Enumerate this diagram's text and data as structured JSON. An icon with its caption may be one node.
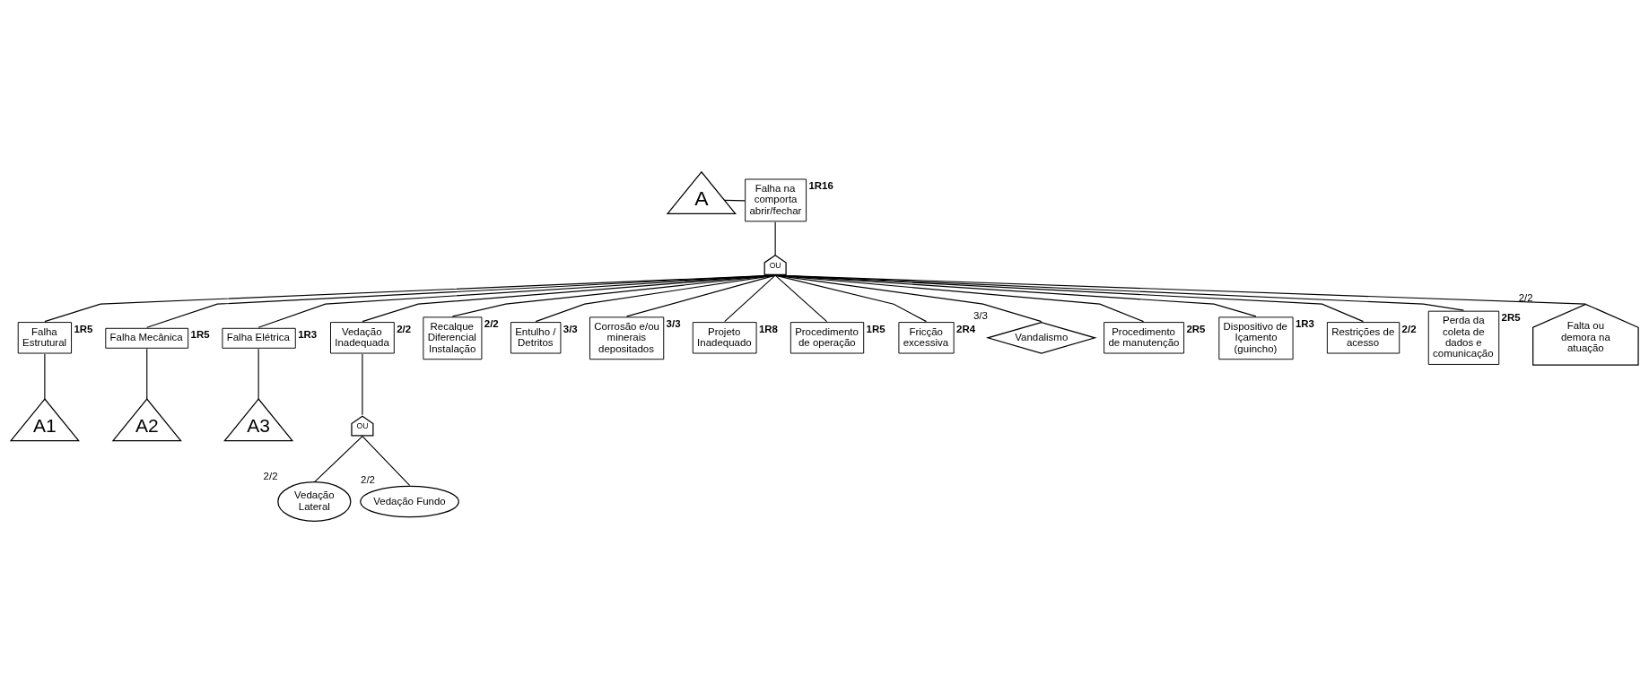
{
  "diagram": {
    "nodes": [
      {
        "text": [
          "A"
        ]
      },
      {
        "text": [
          "Falha na comporta abrir/fechar"
        ],
        "beside": [
          "1R16"
        ]
      },
      {
        "text": [
          "OU"
        ]
      },
      {
        "text": [
          "Falha Estrutural"
        ],
        "beside": [
          "1R5"
        ]
      },
      {
        "text": [
          "Falha Mecânica"
        ],
        "beside": [
          "1R5"
        ]
      },
      {
        "text": [
          "Falha Elétrica"
        ],
        "beside": [
          "1R3"
        ]
      },
      {
        "text": [
          "Vedação Inadequada"
        ],
        "beside": [
          "2/2"
        ]
      },
      {
        "text": [
          "Recalque Diferencial Instalação"
        ],
        "beside": [
          "2/2"
        ]
      },
      {
        "text": [
          "Entulho / Detritos"
        ],
        "beside": [
          "3/3"
        ]
      },
      {
        "text": [
          "Corrosão e/ou minerais depositados"
        ],
        "beside": [
          "3/3"
        ]
      },
      {
        "text": [
          "Projeto Inadequado"
        ],
        "beside": [
          "1R8"
        ]
      },
      {
        "text": [
          "Procedimento de operação"
        ],
        "beside": [
          "1R5"
        ]
      },
      {
        "text": [
          "Fricção excessiva"
        ],
        "beside": [
          "2R4"
        ]
      },
      {
        "text": [
          "Vandalismo"
        ],
        "beside": [
          "3/3"
        ]
      },
      {
        "text": [
          "Procedimento de manutenção"
        ],
        "beside": [
          "2R5"
        ]
      },
      {
        "text": [
          "Dispositivo de Içamento (guincho)"
        ],
        "beside": [
          "1R3"
        ]
      },
      {
        "text": [
          "Restrições de acesso"
        ],
        "beside": [
          "2/2"
        ]
      },
      {
        "text": [
          "Perda da coleta de dados e comunicação"
        ],
        "beside": [
          "2R5"
        ]
      },
      {
        "text": [
          "Falta ou demora na atuação"
        ],
        "beside": [
          "2/2"
        ]
      },
      {
        "text": [
          "A1"
        ]
      },
      {
        "text": [
          "A2"
        ]
      },
      {
        "text": [
          "A3"
        ]
      },
      {
        "text": [
          "OU"
        ]
      },
      {
        "text": [
          "Vedação Lateral"
        ],
        "beside": [
          "2/2"
        ]
      },
      {
        "text": [
          "Vedação Fundo"
        ],
        "beside": [
          "2/2"
        ]
      }
    ],
    "edges": [
      {
        "from": 0,
        "to": 1,
        "arrow": "none"
      },
      {
        "from": 1,
        "to": 2,
        "arrow": "none"
      },
      {
        "from": 2,
        "to": 3,
        "arrow": "none"
      },
      {
        "from": 2,
        "to": 4,
        "arrow": "none"
      },
      {
        "from": 2,
        "to": 5,
        "arrow": "none"
      },
      {
        "from": 2,
        "to": 6,
        "arrow": "none"
      },
      {
        "from": 2,
        "to": 7,
        "arrow": "none"
      },
      {
        "from": 2,
        "to": 8,
        "arrow": "none"
      },
      {
        "from": 2,
        "to": 9,
        "arrow": "none"
      },
      {
        "from": 2,
        "to": 10,
        "arrow": "none"
      },
      {
        "from": 2,
        "to": 11,
        "arrow": "none"
      },
      {
        "from": 2,
        "to": 12,
        "arrow": "none"
      },
      {
        "from": 2,
        "to": 13,
        "arrow": "none"
      },
      {
        "from": 2,
        "to": 14,
        "arrow": "none"
      },
      {
        "from": 2,
        "to": 15,
        "arrow": "none"
      },
      {
        "from": 2,
        "to": 16,
        "arrow": "none"
      },
      {
        "from": 2,
        "to": 17,
        "arrow": "none"
      },
      {
        "from": 2,
        "to": 18,
        "arrow": "none"
      },
      {
        "from": 3,
        "to": 19,
        "arrow": "none"
      },
      {
        "from": 4,
        "to": 20,
        "arrow": "none"
      },
      {
        "from": 5,
        "to": 21,
        "arrow": "none"
      },
      {
        "from": 6,
        "to": 22,
        "arrow": "none"
      },
      {
        "from": 22,
        "to": 23,
        "arrow": "none"
      },
      {
        "from": 22,
        "to": 24,
        "arrow": "none"
      }
    ]
  }
}
